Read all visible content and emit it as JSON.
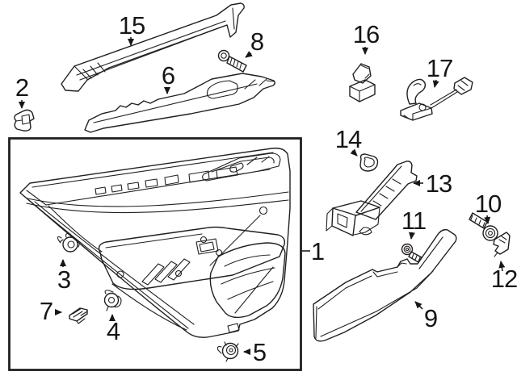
{
  "canvas": {
    "background": "#ffffff",
    "line_color": "#231f20"
  },
  "diagram": {
    "kind": "exploded-parts-diagram",
    "callouts": [
      {
        "label": "1"
      },
      {
        "label": "2"
      },
      {
        "label": "3"
      },
      {
        "label": "4"
      },
      {
        "label": "5"
      },
      {
        "label": "6"
      },
      {
        "label": "7"
      },
      {
        "label": "8"
      },
      {
        "label": "9"
      },
      {
        "label": "10"
      },
      {
        "label": "11"
      },
      {
        "label": "12"
      },
      {
        "label": "13"
      },
      {
        "label": "14"
      },
      {
        "label": "15"
      },
      {
        "label": "16"
      },
      {
        "label": "17"
      }
    ]
  }
}
